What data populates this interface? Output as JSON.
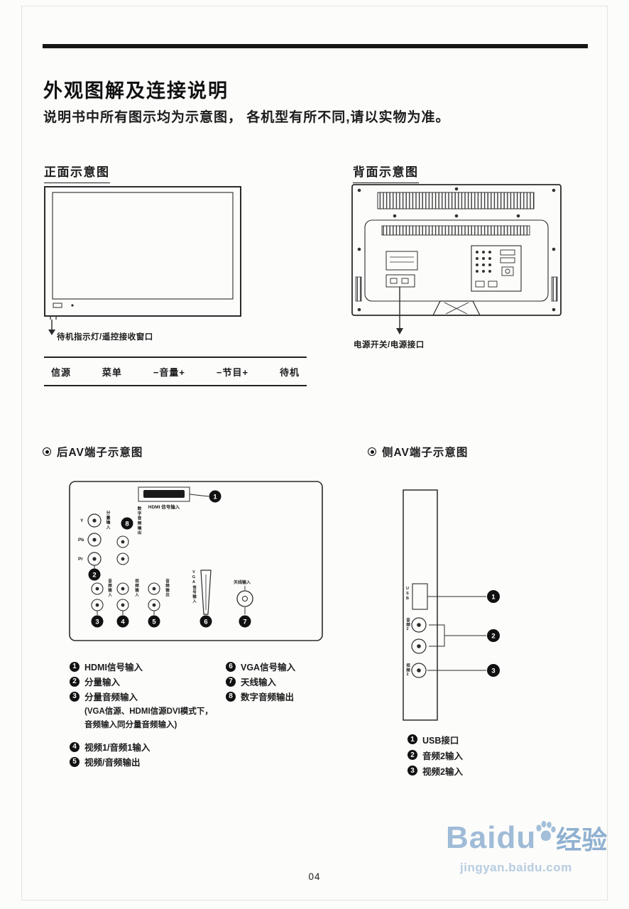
{
  "page": {
    "title": "外观图解及连接说明",
    "subtitle": "说明书中所有图示均为示意图， 各机型有所不同,请以实物为准。",
    "page_number": "04"
  },
  "front": {
    "heading": "正面示意图",
    "indicator_label": "待机指示灯/遥控接收窗口",
    "controls": [
      "信源",
      "菜单",
      "−音量+",
      "−节目+",
      "待机"
    ]
  },
  "back": {
    "heading": "背面示意图",
    "power_label": "电源开关/电源接口"
  },
  "rear_av": {
    "heading": "后AV端子示意图",
    "panel": {
      "hdmi_slot": "HDMI 信号输入",
      "y": "Y",
      "pb": "Pb",
      "pr": "Pr",
      "component": "分量输入",
      "digital_audio": "数字音频输出",
      "audio_in": "音频输入",
      "video_in": "视频输入",
      "audio_out": "音频输出",
      "vga": "VGA信号输入",
      "antenna": "天线输入"
    },
    "legend": [
      {
        "num": "1",
        "text": "HDMI信号输入"
      },
      {
        "num": "2",
        "text": "分量输入"
      },
      {
        "num": "3",
        "text": "分量音频输入"
      },
      {
        "num": "4",
        "text": "视频1/音频1输入"
      },
      {
        "num": "5",
        "text": "视频/音频输出"
      },
      {
        "num": "6",
        "text": "VGA信号输入"
      },
      {
        "num": "7",
        "text": "天线输入"
      },
      {
        "num": "8",
        "text": "数字音频输出"
      }
    ],
    "note_lines": [
      "(VGA信源、HDMI信源DVI模式下，",
      "音频输入同分量音频输入)"
    ]
  },
  "side_av": {
    "heading": "侧AV端子示意图",
    "panel": {
      "usb": "USB",
      "audio2": "音频2",
      "video2": "视频2"
    },
    "legend": [
      {
        "num": "1",
        "text": "USB接口"
      },
      {
        "num": "2",
        "text": "音频2输入"
      },
      {
        "num": "3",
        "text": "视频2输入"
      }
    ]
  },
  "watermark": {
    "brand": "Baidu",
    "suffix": "经验",
    "url": "jingyan.baidu.com"
  }
}
